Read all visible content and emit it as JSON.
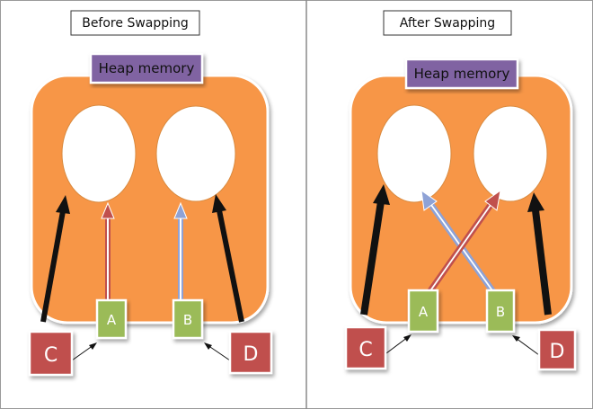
{
  "panels": [
    {
      "title": "Before Swapping",
      "heap_label": "Heap memory",
      "var_a": "A",
      "var_b": "B",
      "var_c": "C",
      "var_d": "D"
    },
    {
      "title": "After Swapping",
      "heap_label": "Heap memory",
      "var_a": "A",
      "var_b": "B",
      "var_c": "C",
      "var_d": "D"
    }
  ],
  "colors": {
    "heap": "#f79646",
    "heap_label_bg": "#8064a2",
    "small_var": "#9bbb59",
    "ref_var": "#c0504d",
    "arrow_black": "#111111",
    "arrow_red": "#c0504d",
    "arrow_blue": "#8ea2d6"
  }
}
